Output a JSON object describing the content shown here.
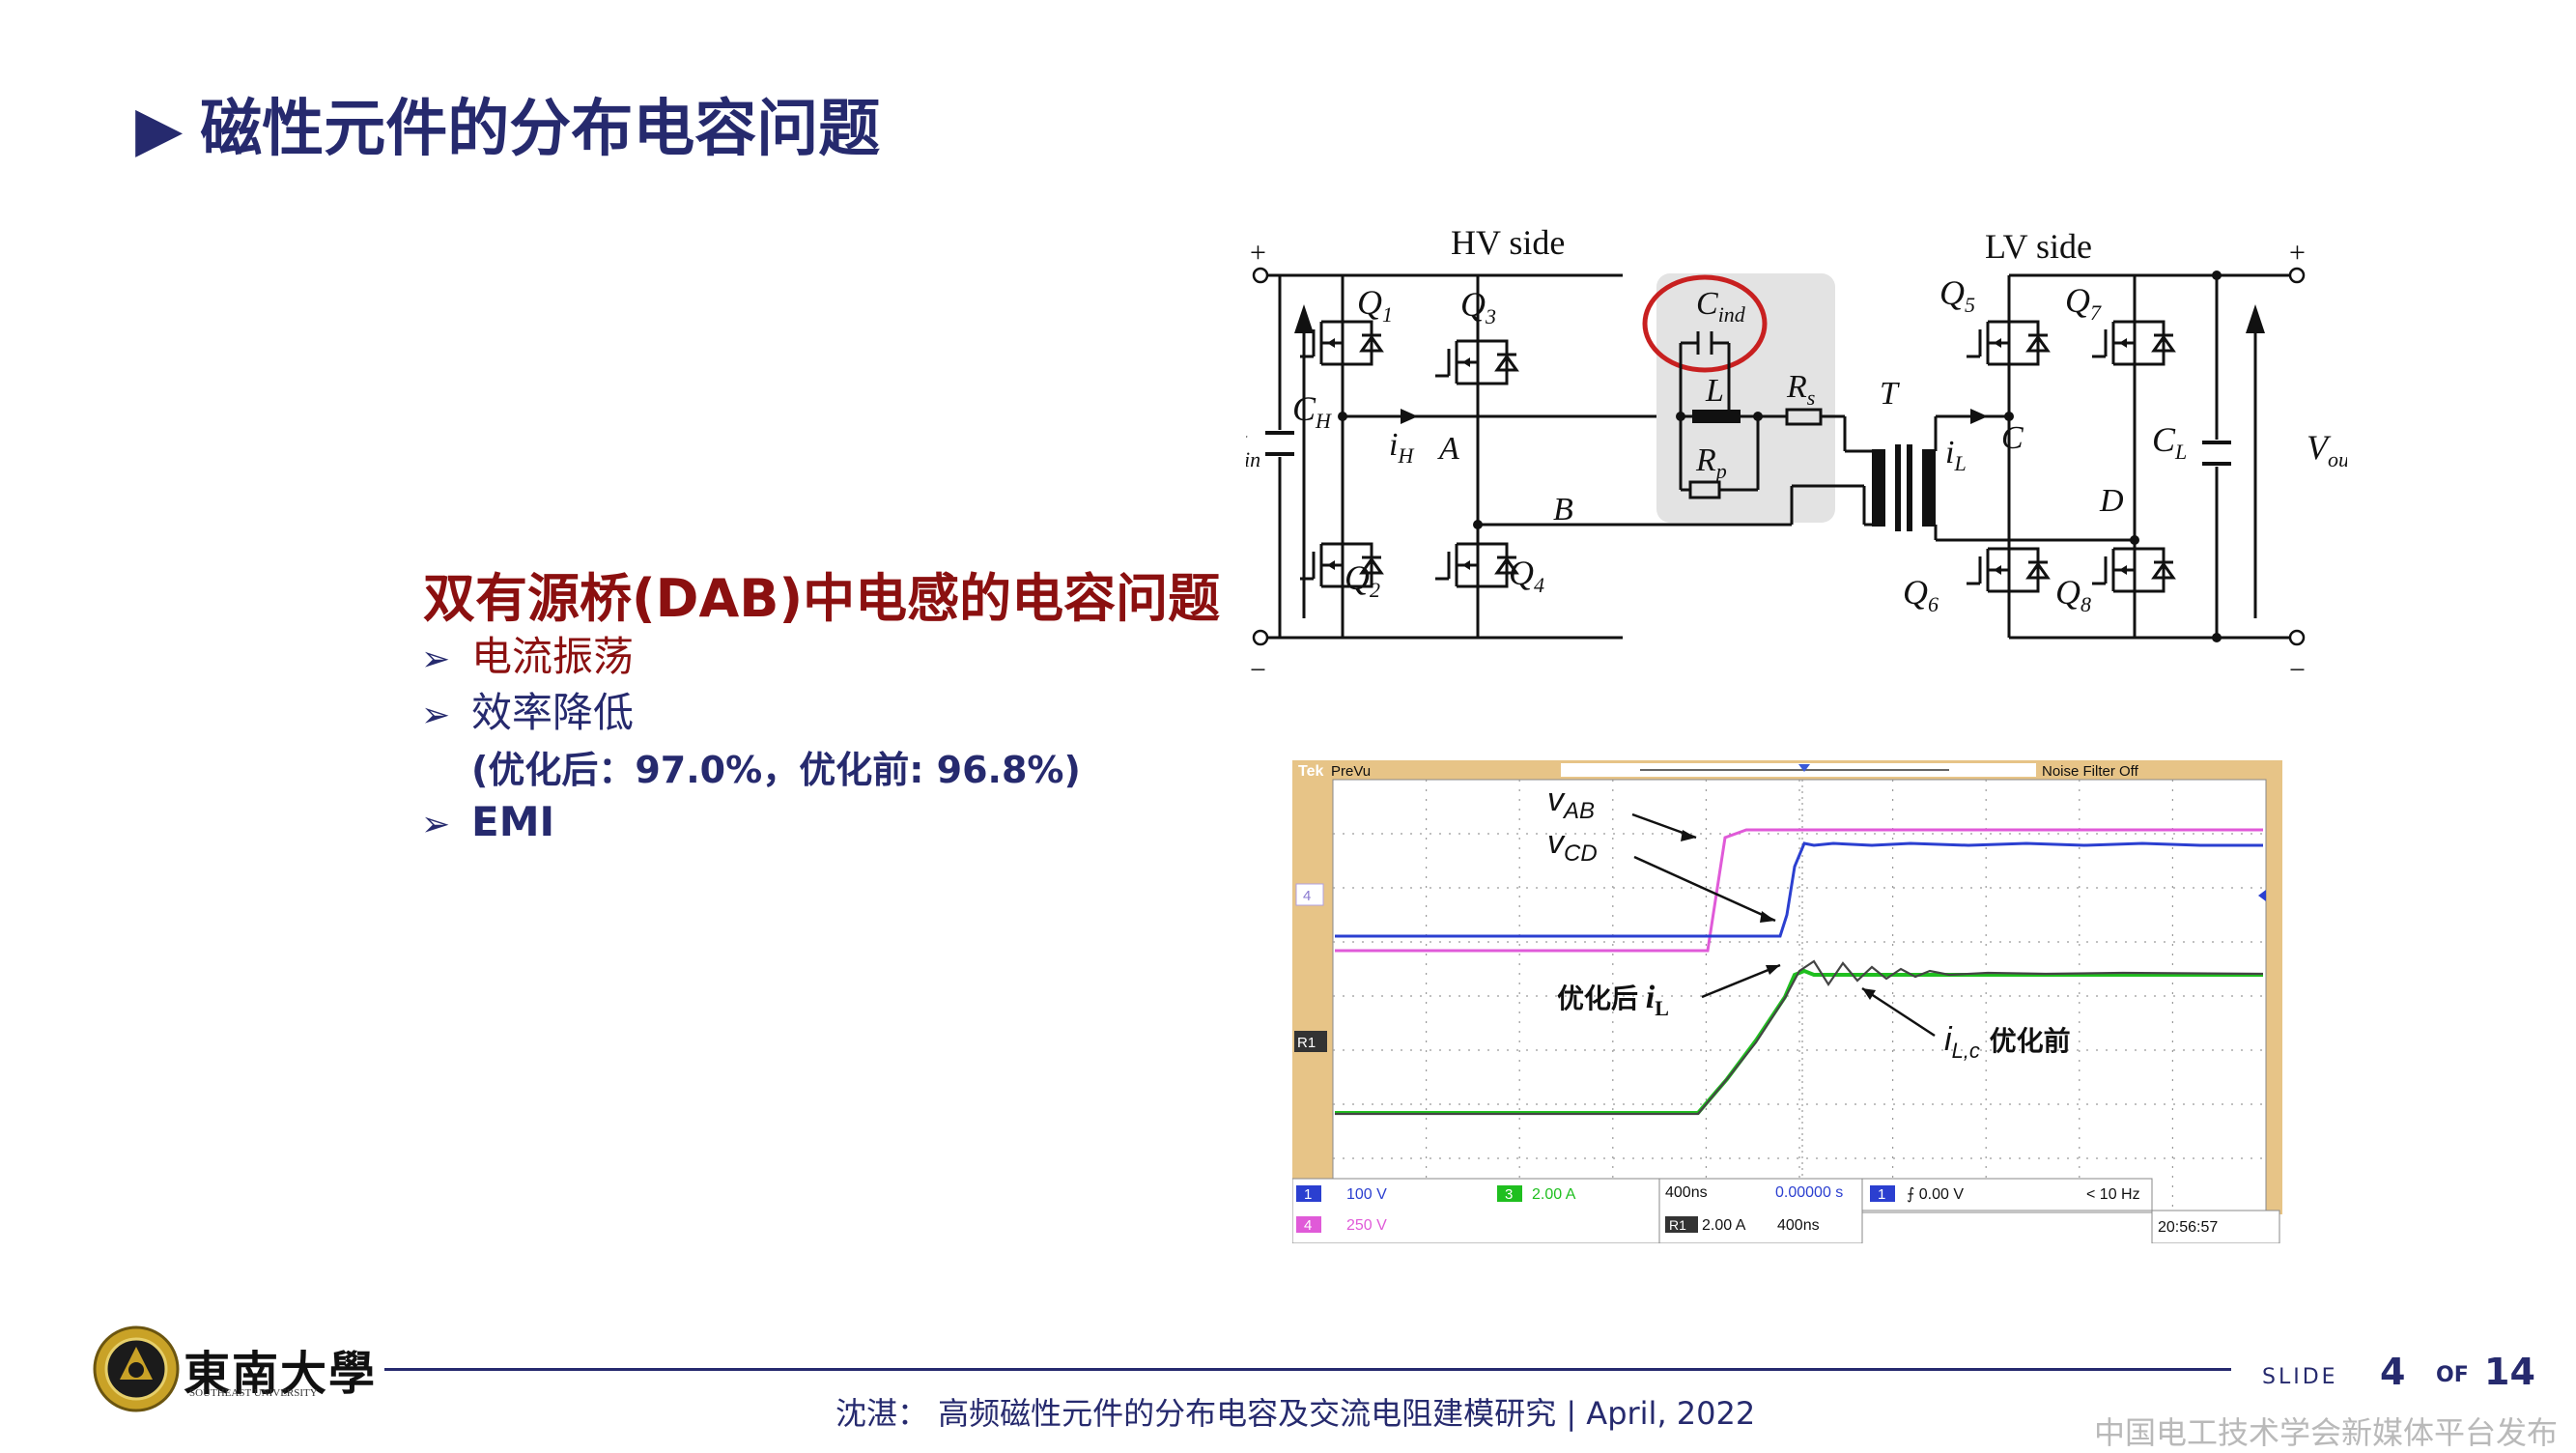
{
  "title": {
    "marker": "▶",
    "text": "磁性元件的分布电容问题"
  },
  "content": {
    "heading": "双有源桥(DAB)中电感的电容问题",
    "bullet_marker": "➢",
    "bullets": [
      {
        "text": "电流振荡"
      },
      {
        "text": "效率降低"
      },
      {
        "text": "(优化后：97.0%，优化前: 96.8%)"
      },
      {
        "text": "EMI"
      }
    ]
  },
  "circuit": {
    "hv_side": "HV side",
    "lv_side": "LV side",
    "plus": "+",
    "minus": "−",
    "q1": "Q",
    "q1s": "1",
    "q2": "Q",
    "q2s": "2",
    "q3": "Q",
    "q3s": "3",
    "q4": "Q",
    "q4s": "4",
    "q5": "Q",
    "q5s": "5",
    "q6": "Q",
    "q6s": "6",
    "q7": "Q",
    "q7s": "7",
    "q8": "Q",
    "q8s": "8",
    "vin": "V",
    "vin_s": "in",
    "vout": "V",
    "vout_s": "out",
    "ch": "C",
    "ch_s": "H",
    "cl": "C",
    "cl_s": "L",
    "cind": "C",
    "cind_s": "ind",
    "l": "L",
    "rs": "R",
    "rs_s": "s",
    "rp": "R",
    "rp_s": "p",
    "t": "T",
    "ih": "i",
    "ih_s": "H",
    "il": "i",
    "il_s": "L",
    "a": "A",
    "b": "B",
    "c": "C",
    "d": "D"
  },
  "scope": {
    "brand": "Tek",
    "mode": "PreVu",
    "noise_filter": "Noise Filter Off",
    "ch4_marker": "4",
    "r1_marker": "R1",
    "vab": "v",
    "vab_s": "AB",
    "vcd": "v",
    "vcd_s": "CD",
    "after_label": "优化后 ",
    "il": "i",
    "il_s": "L",
    "ilc": "i",
    "ilc_s": "L,c",
    "before_label": " 优化前",
    "ch1_id": "1",
    "ch1_scale": "100 V",
    "ch3_id": "3",
    "ch3_scale": "2.00 A",
    "ch4_id": "4",
    "ch4_scale": "250 V",
    "timebase": "400ns",
    "delay": "0.00000 s",
    "trig_ch": "1",
    "trig_level": "0.00 V",
    "trig_freq": "< 10 Hz",
    "r1_id": "R1",
    "r1_scale": "2.00 A",
    "r1_time": "400ns",
    "clock": "20:56:57",
    "colors": {
      "ch1": "#2b3fd0",
      "ch3": "#1fbf1f",
      "ch4": "#e05ad8",
      "ref": "#444444",
      "grid": "#9a9a9a"
    }
  },
  "footer": {
    "logo_text": "東南大學",
    "logo_sub": "SOUTHEAST UNIVERSITY",
    "citation": "沈湛：  高频磁性元件的分布电容及交流电阻建模研究 | April, 2022",
    "slide_label": "SLIDE",
    "slide_number": "4",
    "of_label": "OF",
    "slide_total": "14",
    "watermark": "中国电工技术学会新媒体平台发布"
  },
  "colors": {
    "navy": "#262a6e",
    "dark_red": "#8b1010"
  }
}
